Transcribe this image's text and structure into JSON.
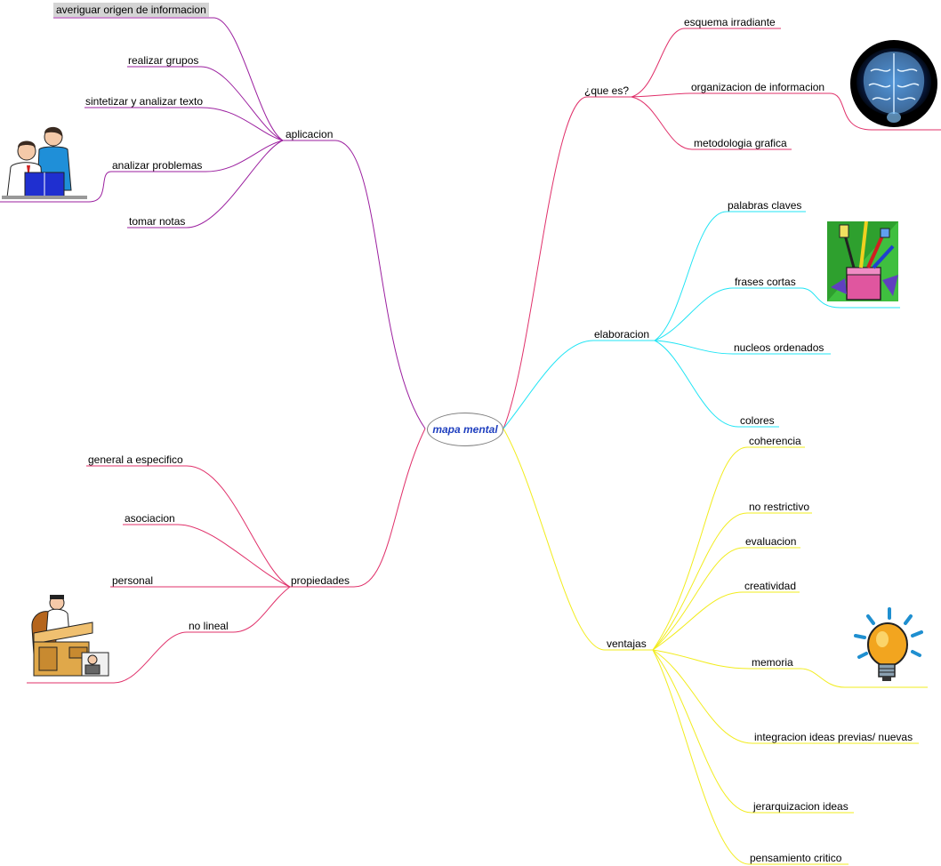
{
  "central_topic": "mapa mental",
  "colors": {
    "aplicacion": "#9b1f9f",
    "que_es": "#e0306a",
    "elaboracion": "#20e4f4",
    "ventajas": "#f2ec1e",
    "propiedades": "#e0306a",
    "center_text": "#1f3fbf"
  },
  "branches": {
    "aplicacion": {
      "label": "aplicacion",
      "children": [
        "averiguar origen de informacion",
        "realizar grupos",
        "sintetizar y analizar texto",
        "analizar problemas",
        "tomar notas"
      ],
      "image": "people-reading-clipart"
    },
    "que_es": {
      "label": "¿que es?",
      "children": [
        "esquema irradiante",
        "organizacion de informacion",
        "metodologia grafica"
      ],
      "image": "brain-clipart"
    },
    "elaboracion": {
      "label": "elaboracion",
      "children": [
        "palabras claves",
        "frases cortas",
        "nucleos ordenados",
        "colores"
      ],
      "image": "art-supplies-clipart"
    },
    "ventajas": {
      "label": "ventajas",
      "children": [
        "coherencia",
        "no restrictivo",
        "evaluacion",
        "creatividad",
        "memoria",
        "integracion ideas previas/ nuevas",
        "jerarquizacion ideas",
        "pensamiento critico"
      ],
      "image": "lightbulb-clipart"
    },
    "propiedades": {
      "label": "propiedades",
      "children": [
        "general a especifico",
        "asociacion",
        "personal",
        "no lineal"
      ],
      "image": "man-at-desk-clipart"
    }
  }
}
